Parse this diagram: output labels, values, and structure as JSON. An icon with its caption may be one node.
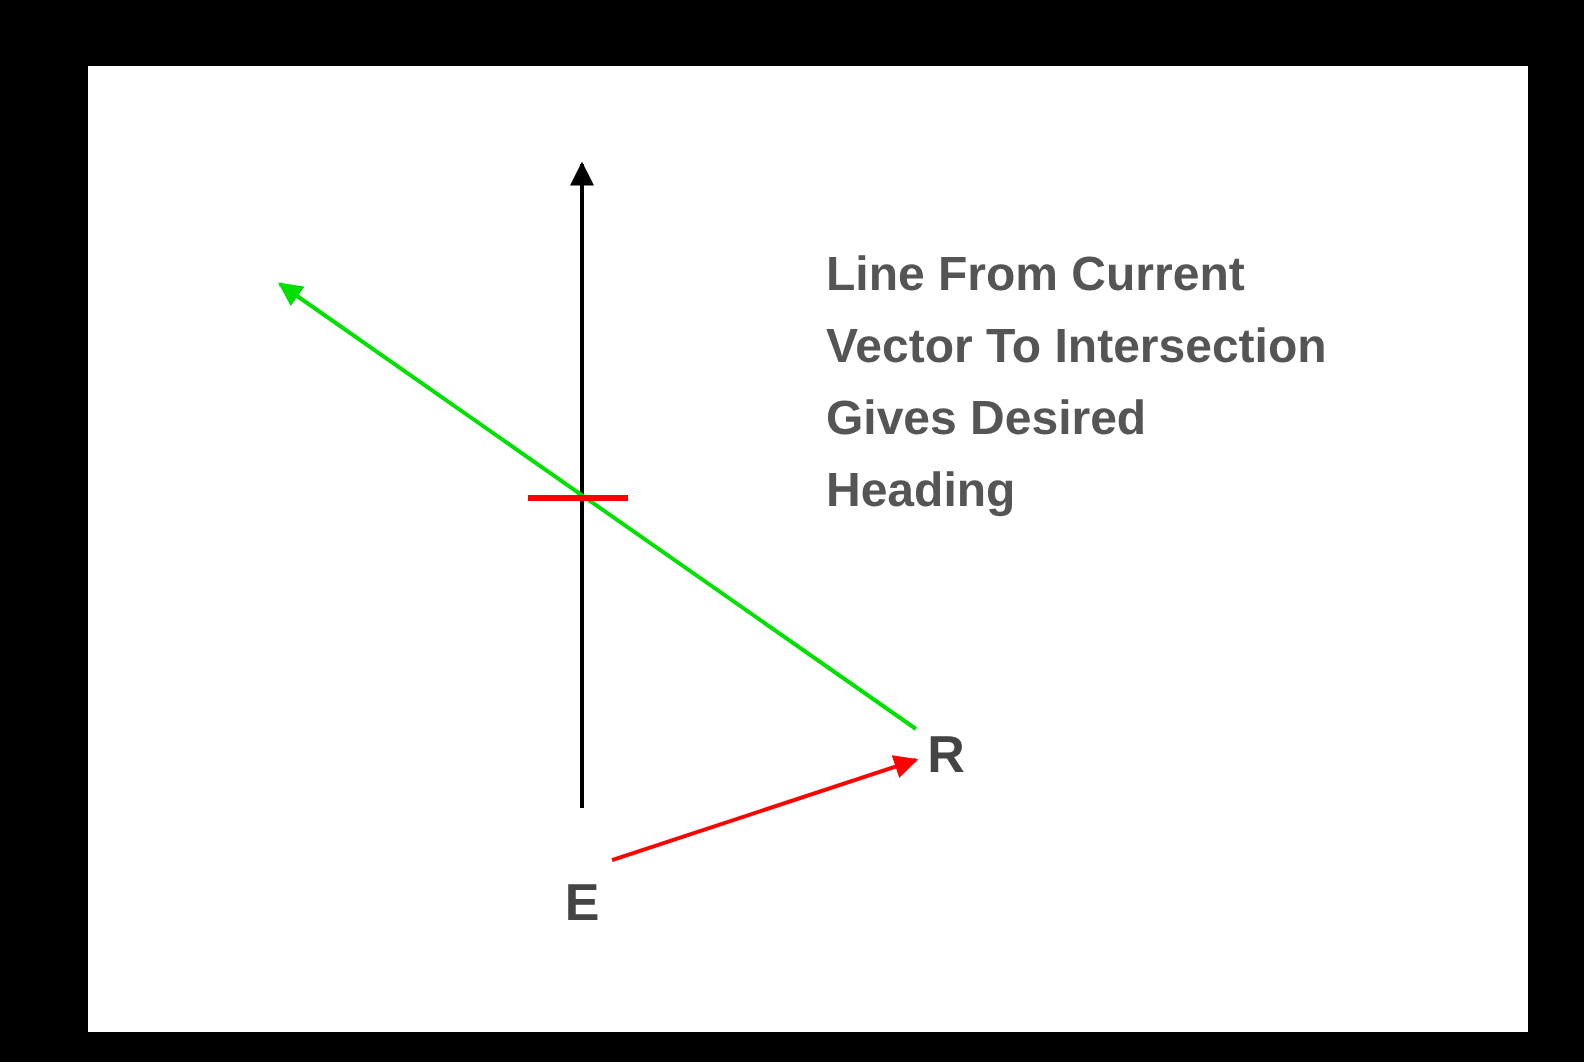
{
  "diagram": {
    "nodes": [
      {
        "text": [
          "E"
        ]
      },
      {
        "text": [
          "R"
        ]
      }
    ],
    "edges": [
      {
        "from": 0,
        "to": null,
        "arrow": "to"
      },
      {
        "from": 0,
        "to": 1,
        "arrow": "to",
        "color": "#ff0000"
      },
      {
        "from": 1,
        "to": null,
        "arrow": "to",
        "color": "#00e000"
      }
    ],
    "labels": [
      "Line From Current Vector To Intersection Gives Desired Heading"
    ]
  }
}
